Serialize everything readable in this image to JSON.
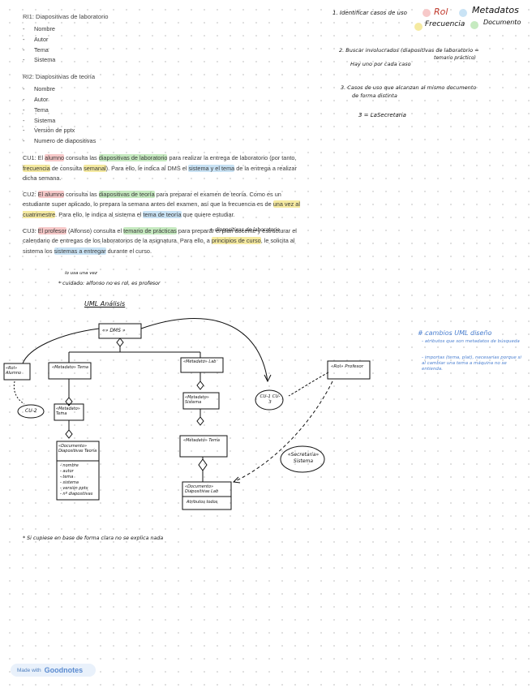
{
  "requirements": [
    {
      "title": "RI1: Diapositivas de laboratorio",
      "items": [
        "Nombre",
        "Autor",
        "Tema",
        "Sistema"
      ]
    },
    {
      "title": "RI2: Diapositivas de teoría",
      "items": [
        "Nombre",
        "Autor",
        "Tema",
        "Sistema",
        "Versión de pptx",
        "Numero de diapositivas"
      ]
    }
  ],
  "use_cases": {
    "cu1": {
      "p1": "CU1: El ",
      "h1": "alumno",
      "p2": " consulta las ",
      "h2": "diapositivas de laboratorio",
      "p3": " para realizar la entrega de laboratorio (por tanto, ",
      "h3": "frecuencia",
      "p4": " de consulta ",
      "h4": "semanal",
      "p5": "). Para ello, le indica al DMS el ",
      "h5": "sistema y el tema",
      "p6": " de la entrega a realizar dicha semana."
    },
    "cu2": {
      "p1": "CU2: ",
      "h1": "El alumno",
      "p2": " consulta las ",
      "h2": "diapositivas de teoría",
      "p3": " para preparar el examen de teoría. Como es un estudiante super aplicado, lo prepara la semana antes del examen, así que la frecuencia es de ",
      "h3": "una vez al cuatrimestre",
      "p4": ". Para ello, le indica al sistema el ",
      "h4": "tema de teoría",
      "p5": " que quiere estudiar."
    },
    "cu3": {
      "p1": "CU3: ",
      "h1": "El profesor",
      "p2": " (Alfonso) consulta el ",
      "h2": "temario de prácticas",
      "p3": " para preparar el plan docente y estructurar el calendario de entregas de los laboratorios de la asignatura. Para ello, a ",
      "h3": "principios de curso",
      "p4": ", le solicita al sistema los ",
      "h4": "sistemas a entregar",
      "p5": " durante el curso."
    }
  },
  "annotations": {
    "identify": "1. Identificar casos de uso",
    "legend_rol": "Rol",
    "legend_metadatos": "Metadatos",
    "legend_frecuencia": "Frecuencia",
    "legend_documento": "Documento",
    "step2_l1": "2. Buscar involucrados (diapositivas de laboratorio =",
    "step2_l1b": "temario práctico)",
    "step2_l2": "Hay uno por cada caso",
    "step3_l1": "3. Casos de uso que alcanzan al mismo documento",
    "step3_l2": "de forma distinta",
    "step3_l3": "3 = LaSecretaria",
    "note_cu2": "+ diapositivas de laboratorio",
    "note_cu3_a": "lo usa una vez",
    "note_cu3_b": "* cuidado: alfonso no es rol, es profesor",
    "uml_title": "UML Análisis",
    "changes_title": "# cambios UML diseño",
    "changes_1": "- atributos que son metadatos de búsqueda",
    "changes_2": "- importas (tema, plat), necesarias porque si al cambiar una tema a máquina no se entienda.",
    "bottom_note": "* Si cupiese en base de forma clara no se explica nada"
  },
  "uml": {
    "dms": "«» DMS »",
    "alumno": "«Rol» Alumno",
    "tema_top": "«Metadato» Tema",
    "lab": "«Metadato» Lab",
    "tema_mid": "«Metadato» Tema",
    "sistema": "«Metadato» Sistema",
    "tema_low": "«Metadato» Tema",
    "teoria_doc": "«Documento» Diapositivas Teoría",
    "teoria_attrs": [
      "- nombre",
      "- autor",
      "- tema",
      "- sistema",
      "- versión pptx",
      "- nº diapositivas"
    ],
    "lab_doc": "«Documento» Diapositivas Lab",
    "lab_attrs": "Atributos todos",
    "profesor": "«Rol» Profesor",
    "cu2": "CU-2",
    "cu1_cu3": "CU-1 CU-3",
    "secretaria": "«Secretaria» Sistema"
  },
  "footer": {
    "made_with": "Made with",
    "brand": "Goodnotes"
  }
}
